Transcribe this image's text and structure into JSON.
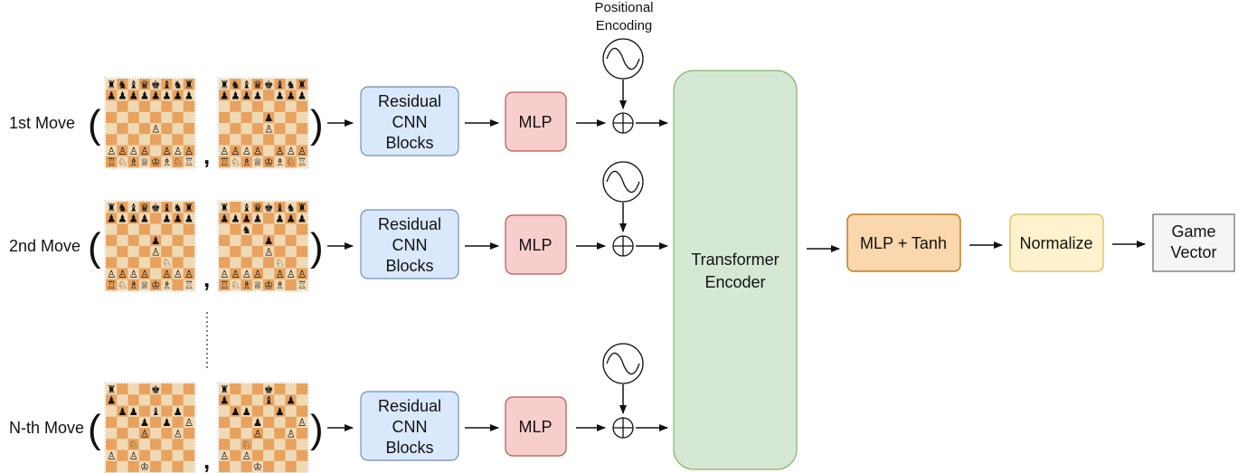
{
  "positional_label_line1": "Positional",
  "positional_label_line2": "Encoding",
  "rows": [
    {
      "label": "1st Move",
      "comma": ",",
      "residual": [
        "Residual",
        "CNN",
        "Blocks"
      ],
      "mlp": "MLP",
      "boardA": [
        "rnbqkbnr",
        "pppppppp",
        "........",
        "........",
        "....P...",
        "........",
        "PPPP.PPP",
        "RNBQKBNR"
      ],
      "boardB": [
        "rnbqkbnr",
        "pppp.ppp",
        "........",
        "....p...",
        "....P...",
        "........",
        "PPPP.PPP",
        "RNBQKBNR"
      ]
    },
    {
      "label": "2nd Move",
      "comma": ",",
      "residual": [
        "Residual",
        "CNN",
        "Blocks"
      ],
      "mlp": "MLP",
      "boardA": [
        "rnbqkbnr",
        "pppp.ppp",
        "........",
        "....p...",
        "....P...",
        ".....N..",
        "PPPP.PPP",
        "RNBQKB.R"
      ],
      "boardB": [
        "r.bqkbnr",
        "pppp.ppp",
        "..n.....",
        "....p...",
        "....P...",
        ".....N..",
        "PPPP.PPP",
        "RNBQKB.R"
      ]
    },
    {
      "label": "N-th Move",
      "comma": ",",
      "residual": [
        "Residual",
        "CNN",
        "Blocks"
      ],
      "mlp": "MLP",
      "boardA": [
        "r...k...",
        "p.......",
        ".pp.b.p.",
        "...p.p.P",
        "...P..P.",
        "..N.....",
        "P.P.....",
        "...K...."
      ],
      "boardB": [
        "r...k...",
        "p...b.p.",
        ".pp..p..",
        "...p...P",
        "...P..P.",
        "..N.....",
        "P.P.....",
        "...K...."
      ]
    }
  ],
  "transformer": [
    "Transformer",
    "Encoder"
  ],
  "mlp_tanh": "MLP + Tanh",
  "normalize": "Normalize",
  "game_vector": [
    "Game",
    "Vector"
  ],
  "colors": {
    "residual_fill": "#dae8fc",
    "residual_stroke": "#6c8ebf",
    "mlp_fill": "#f8cecc",
    "mlp_stroke": "#b85450",
    "transformer_fill": "#d5e8d4",
    "transformer_stroke": "#82b366",
    "mlp_tanh_fill": "#fad7ac",
    "mlp_tanh_stroke": "#b46504",
    "normalize_fill": "#fff2cc",
    "normalize_stroke": "#d6b656",
    "game_fill": "#f5f5f5",
    "game_stroke": "#666666",
    "light_square": "#f0d9b5",
    "dark_square": "#e8a25e"
  }
}
